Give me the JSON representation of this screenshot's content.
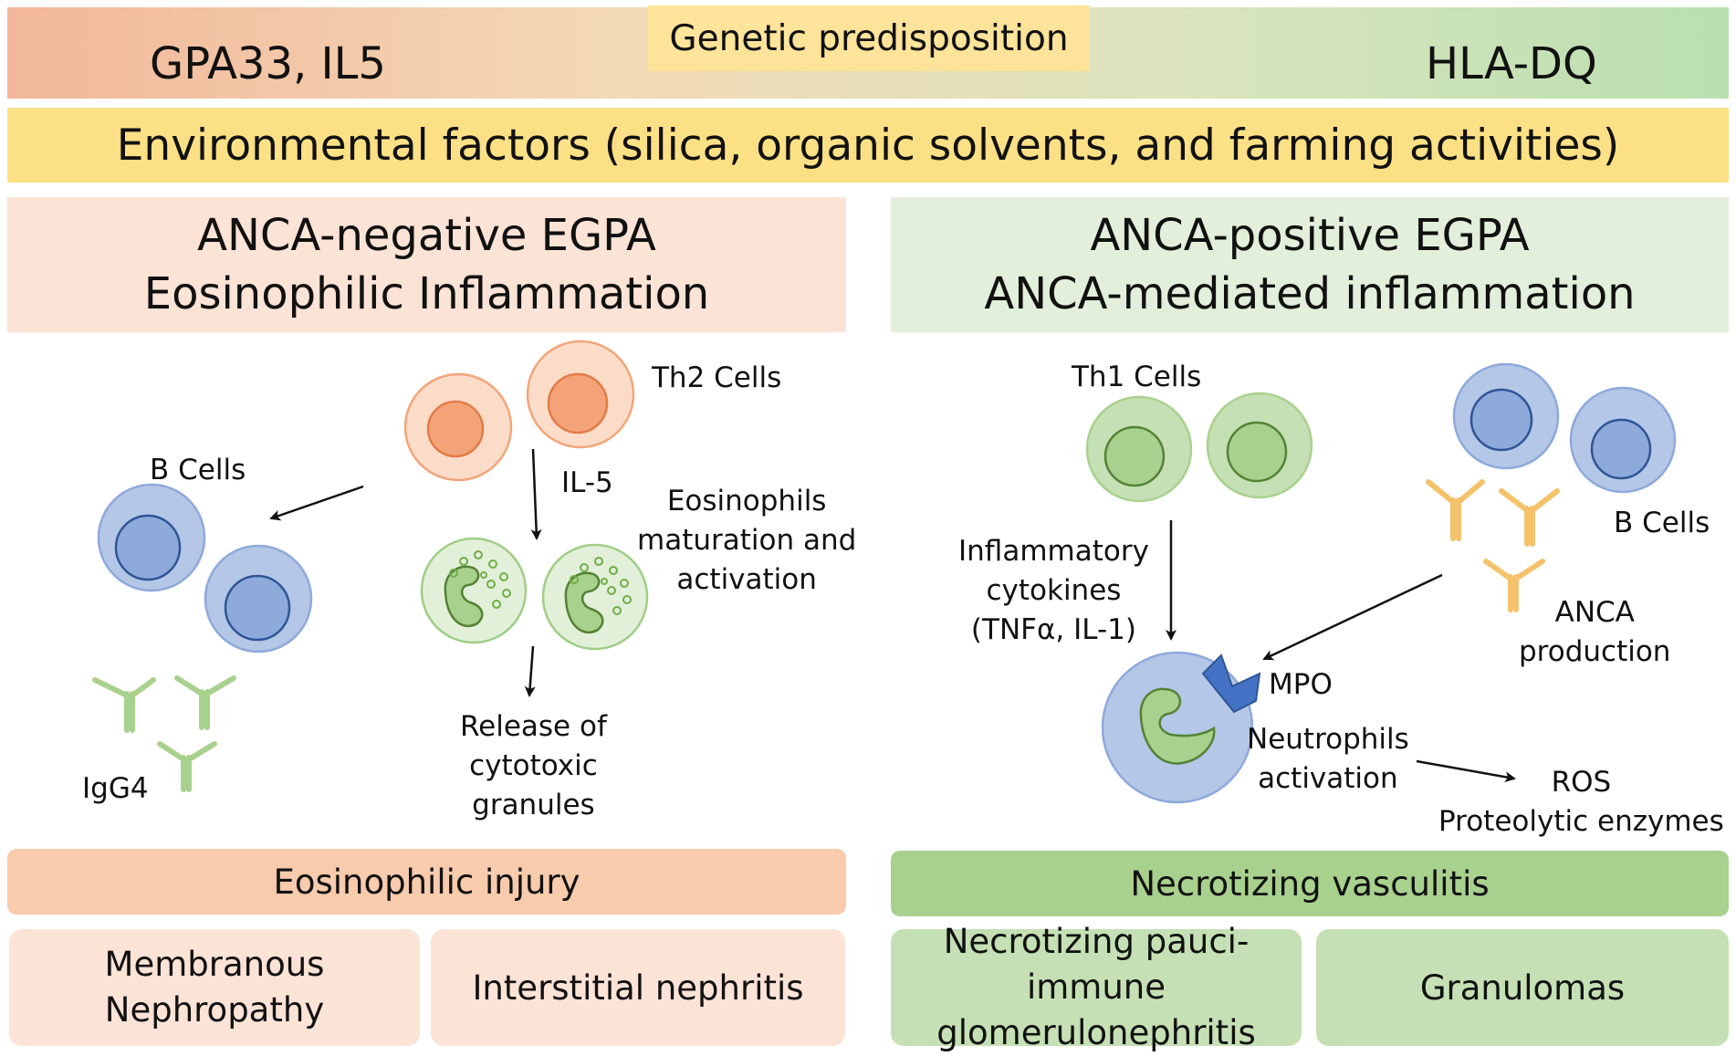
{
  "genetic": {
    "title": "Genetic predisposition",
    "left": "GPA33, IL5",
    "right": "HLA-DQ",
    "color_left": "#f2b79a",
    "color_right": "#b9dfb0"
  },
  "environmental": {
    "text": "Environmental factors (silica, organic solvents, and farming activities)",
    "color": "#fce086"
  },
  "left_panel": {
    "title_line1": "ANCA-negative EGPA",
    "title_line2": "Eosinophilic Inflammation",
    "th2_label": "Th2 Cells",
    "il5_label": "IL-5",
    "b_cells_label": "B Cells",
    "eosinophils_line1": "Eosinophils",
    "eosinophils_line2": "maturation and",
    "eosinophils_line3": "activation",
    "igg4_label": "IgG4",
    "release_line1": "Release of",
    "release_line2": "cytotoxic",
    "release_line3": "granules",
    "outcome": "Eosinophilic injury",
    "result1_line1": "Membranous",
    "result1_line2": "Nephropathy",
    "result2": "Interstitial nephritis",
    "header_color": "#fbe3d6",
    "outcome_color": "#f8cbad"
  },
  "right_panel": {
    "title_line1": "ANCA-positive EGPA",
    "title_line2": "ANCA-mediated inflammation",
    "th1_label": "Th1 Cells",
    "b_cells_label": "B Cells",
    "cytokines_line1": "Inflammatory",
    "cytokines_line2": "cytokines",
    "cytokines_line3": "(TNFα, IL-1)",
    "anca_line1": "ANCA",
    "anca_line2": "production",
    "mpo_label": "MPO",
    "neutrophils_line1": "Neutrophils",
    "neutrophils_line2": "activation",
    "ros_line1": "ROS",
    "ros_line2": "Proteolytic enzymes",
    "outcome": "Necrotizing vasculitis",
    "result1_line1": "Necrotizing pauci-immune",
    "result1_line2": "glomerulonephritis",
    "result2": "Granulomas",
    "header_color": "#e2efda",
    "outcome_color": "#a9d18e"
  }
}
